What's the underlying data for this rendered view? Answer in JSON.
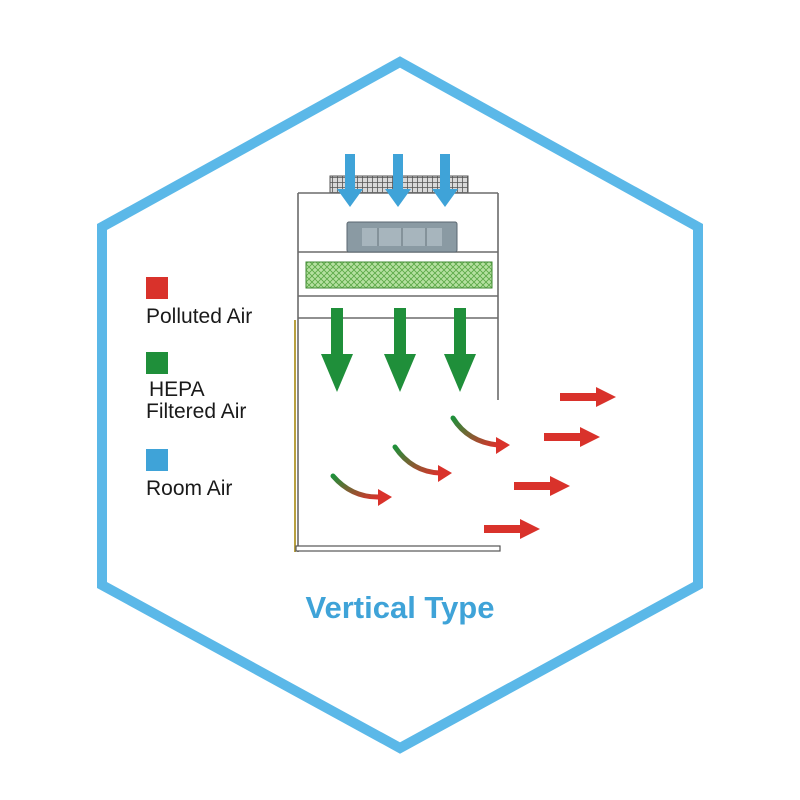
{
  "title": "Vertical Type",
  "legend": [
    {
      "label": "Polluted Air",
      "color": "#d9322b"
    },
    {
      "label_line1": "HEPA",
      "label_line2": "Filtered Air",
      "color": "#1f8f3a"
    },
    {
      "label": "Room Air",
      "color": "#3fa3d8"
    }
  ],
  "colors": {
    "hexagon_border": "#5bb8e8",
    "room_air_arrow": "#3fa3d8",
    "filtered_air_arrow": "#1f8f3a",
    "polluted_air_arrow": "#d9322b",
    "fan_unit": "#8a9aa3",
    "hepa_filter": "#9fd38a"
  }
}
